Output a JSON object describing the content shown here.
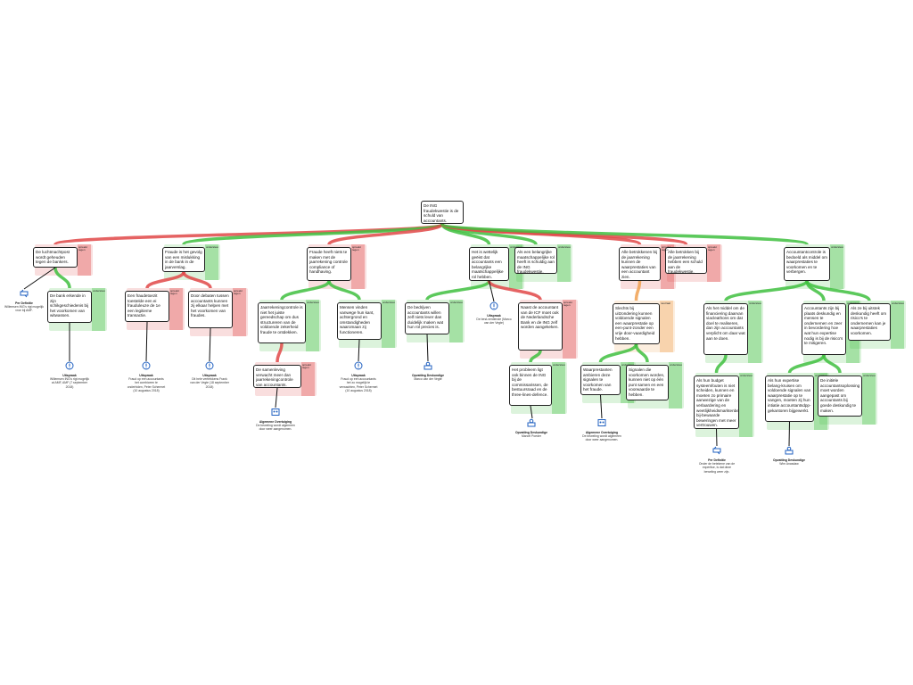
{
  "colors": {
    "pro": "#3fbf3f",
    "con": "#e04848",
    "neutral": "#f0a050",
    "dark": "#111111",
    "blue": "#2060c0"
  },
  "tags": {
    "pro": "ondersteunt",
    "con": "spreekt tegen",
    "neutral": "neutraal"
  },
  "root": {
    "text": "De ING fraudekwestie is de schuld van accountants."
  },
  "nodes": {
    "n1": "De luchtmachtpost wordt geheuden tegen de bankers.",
    "n1a": "De bank erkende in zijn schikgeschiedenis bij het voorkomen van witwassen.",
    "n2": "Fraude is het gevolg van een mislukking in de bank in de jaarverslag.",
    "n2a": "Een fraudetoezit toestelde een ei frauduleuze de 1e een legitieme transactie.",
    "n2b": "Door debaten tussen accountants kunnen zij elkaar helpen met het voorkomen van fraudes.",
    "n3": "Fraude heeft niets te maken met de jaarrekening controle compliance of handhaving.",
    "n3a": "Jaarrekeningcontrole is niet het juiste gereedschap om dus structureren van de voldoende zekerheid fraude te ontdekken.",
    "n3a1": "De samenleving verwacht meer dan jaarrekeningcontrole van accountants.",
    "n3b": "Mensen vinden vanwege hun kant, achtergrond en omstandigheden waaromaan zij functioneren.",
    "n4": "Het is wettelijk geëist dat accountants een belangrijke maatschappelijke rol hebben.",
    "n4a": "De bedrijven accountants willen zelf niets lever dan duidelijk maken wat hun rol precies is.",
    "n4b": "Naast de accountant van de ICF moet ook de Nederlandsche Bank en de ING zelf worden aangekeken.",
    "n4b1": "Het probleem ligt ook binnen de ING bij de commissarissen, de bestuursraad en de three-lines-defence.",
    "n5": "Als een belangrijke maatschappelijke rol heeft is schuldig aan de ING fraudekwestie.",
    "n6": "Alle betrokkenen bij de jaarrekening kunnen de waarprestaties van een accountant zien.",
    "n6a": "Slechts bij uitzondering kunnen voldoende signalen een waarprestatie op een-punt-zonder een vrije door-vaardigheid hebben.",
    "n6a1": "Waarprestanten ambieren deze signalen te voorkomen van het fraude.",
    "n6a2": "Signalen die voorkomen worden, kunnen niet op één punt samen en een voorwaarde te hebben.",
    "n7": "Alle betrokken bij de jaarrekening hebben een schuld aan de fraudekwestie.",
    "n8": "Accountantcontrole is bedoeld als middel om waarprestaties te voorkomen en te verbergen.",
    "n8a": "Als het middel om de financiering daarvan viacleathons om dat doel te realiseren, dan zijn accountants verplicht om daar wat aan te doen.",
    "n8a1": "Als hun budget systeemfouten is niet scheiden, kunnen en moeten zo primaire aanwezige van de verlaardering en weetlijkheidsmarktenbewerking-bij-bewaarde beweringen met meer vertrouwen.",
    "n8b": "Accountants zijn bij plaats deskundig en mensen te ondernemen en zeer in bevordering hoe wat hun expertise nodig is bij de risico's te mitigeren.",
    "n8b1": "Als hun expertise belang-kruisen om voldoende signalen van waarprestatie op te vangen, moeten zij hun intiatie accountantsdpp-gekantoren bijgewerkt.",
    "n8b2": "De initiële accountantsoplossing moet worden aangepast om accountants bij goede deskundig te maken.",
    "n8c": "Als ze bij uitstek deskundig heeft om risico's te ondernemen kan je waarprestaties voorkomen."
  },
  "refs": {
    "r1": {
      "title": "Per Definitie",
      "text": "Willemsen ING's rigt mogelijk vroe bij AMF."
    },
    "r2": {
      "title": "Uitspraak",
      "text": "Willemsen ING's rigt mogelijk at AMF, AMF (7 september 2018)"
    },
    "r3": {
      "title": "Uitspraak",
      "text": "Fraud op een accountants het combiceen te onderhiden, Peter Schermet (10 augustus 2018)"
    },
    "r4": {
      "title": "Uitspraak",
      "text": "Dit hele vertrekkens Frank van der Vegte (18 september 2018)"
    },
    "r5": {
      "title": "Algemene Overtuiging",
      "text": "De beweling wordt algemeen door weer aangenomen."
    },
    "r6": {
      "title": "Uitspraak",
      "text": "Fraud op een accountants het zo mogelijk te verwachten, Peter Schermet (10 augustus 2018)"
    },
    "r7": {
      "title": "Opvatting Deskundige",
      "text": "Marco van der Vegte"
    },
    "r8": {
      "title": "Uitspraak",
      "text": "De best-verdiende (Marco van der Vegte)"
    },
    "r9": {
      "title": "Opvatting Deskundige",
      "text": "Marcel Poeder"
    },
    "r10": {
      "title": "Algemene Overtuiging",
      "text": "De beweling wordt algemeen door weer aangenomen."
    },
    "r11": {
      "title": "Per Definitie",
      "text": "Onder de betekene van de expertise, is dat deze beweling weer zijn."
    },
    "r12": {
      "title": "Opvatting Deskundige",
      "text": "Wim Anasdaw"
    }
  }
}
